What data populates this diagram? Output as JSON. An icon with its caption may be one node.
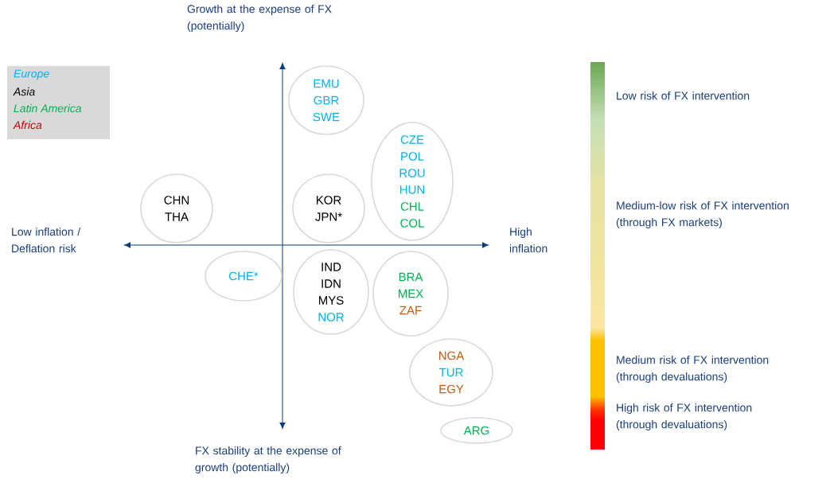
{
  "diagram": {
    "nodes": [
      {
        "text": [
          "EMU",
          "GBR",
          "SWE"
        ]
      },
      {
        "text": [
          "CZE",
          "POL",
          "ROU",
          "HUN",
          "CHL",
          "COL"
        ]
      },
      {
        "text": [
          "CHN",
          "THA"
        ]
      },
      {
        "text": [
          "KOR",
          "JPN*"
        ]
      },
      {
        "text": [
          "CHE*"
        ]
      },
      {
        "text": [
          "IND",
          "IDN",
          "MYS",
          "NOR"
        ]
      },
      {
        "text": [
          "BRA",
          "MEX",
          "ZAF"
        ]
      },
      {
        "text": [
          "NGA",
          "TUR",
          "EGY"
        ]
      },
      {
        "text": [
          "ARG"
        ]
      }
    ],
    "labels": [
      "Growth at the expense of FX (potentially)",
      "Low risk of FX intervention",
      "Medium-low risk of FX intervention (through FX markets)",
      "Low inflation / Deflation risk",
      "High inflation",
      "Medium risk of FX intervention (through devaluations)",
      "High risk of FX intervention (through devaluations)",
      "FX stability at the expense of growth (potentially)"
    ],
    "legend": [
      {
        "text": "Europe",
        "color": "#00b0f0"
      },
      {
        "text": "Asia",
        "color": "#000000"
      },
      {
        "text": "Latin America",
        "color": "#00b050"
      },
      {
        "text": "Africa",
        "color": "#c00000"
      }
    ]
  }
}
